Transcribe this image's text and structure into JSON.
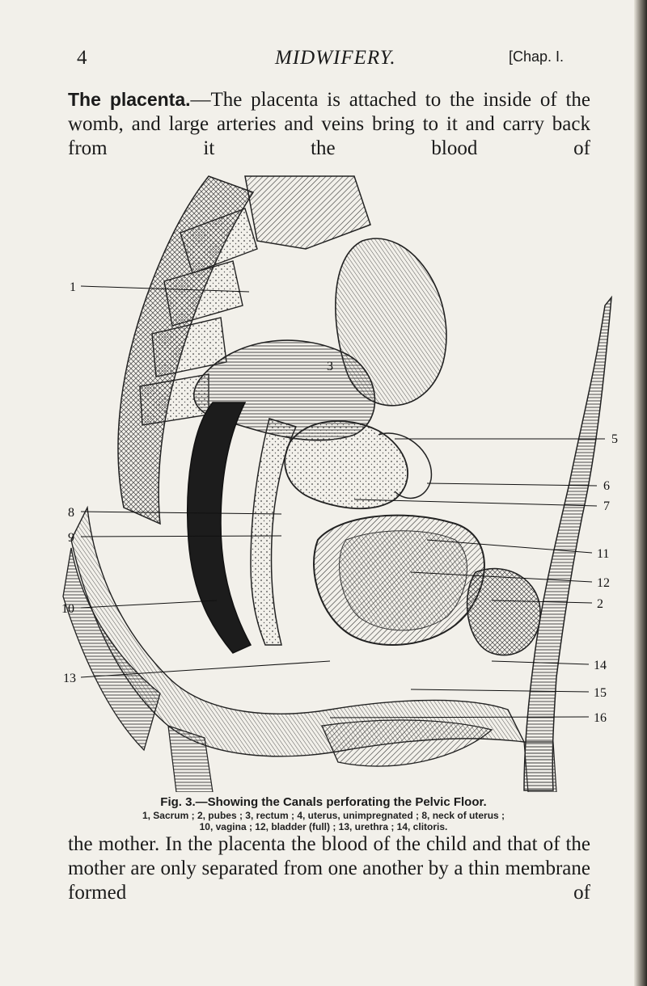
{
  "header": {
    "page_number": "4",
    "chapter_title": "MIDWIFERY.",
    "chapter_ref": "[Chap. I."
  },
  "top_paragraph": {
    "heading": "The placenta.",
    "text": "—The placenta is attached to the inside of the womb, and large arteries and veins bring to it and carry back from it the blood of"
  },
  "figure": {
    "caption_title": "Fig. 3.—Showing the Canals perforating the Pelvic Floor.",
    "caption_legend_line1": "1, Sacrum ; 2, pubes ; 3, rectum ; 4, uterus, unimpregnated ; 8, neck of uterus ;",
    "caption_legend_line2": "10, vagina ; 12, bladder (full) ; 13, urethra ; 14, clitoris.",
    "callouts": {
      "c1": "1",
      "c3": "3",
      "c5": "5",
      "c6": "6",
      "c7": "7",
      "c8": "8",
      "c9": "9",
      "c10": "10",
      "c11": "11",
      "c12": "12",
      "c2": "2",
      "c13": "13",
      "c14": "14",
      "c15": "15",
      "c16": "16"
    }
  },
  "bottom_paragraph": {
    "text": "the mother. In the placenta the blood of the child and that of the mother are only separated from one another by a thin membrane formed of"
  },
  "colors": {
    "paper": "#f2f0ea",
    "ink": "#1a1a1a"
  }
}
